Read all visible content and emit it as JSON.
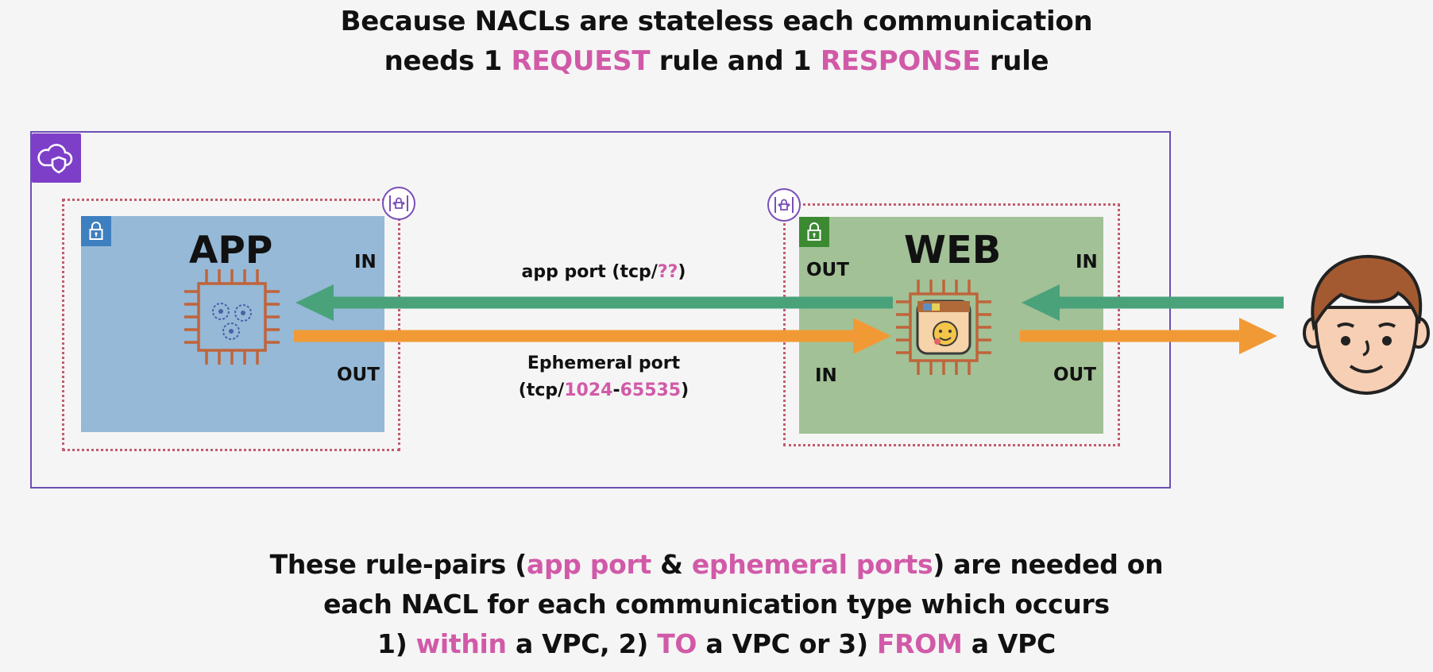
{
  "title": {
    "line1": "Because NACLs are stateless each communication",
    "line2_prefix": "needs 1 ",
    "line2_request": "REQUEST",
    "line2_middle": " rule and 1 ",
    "line2_response": "RESPONSE",
    "line2_suffix": " rule"
  },
  "app_subnet": {
    "title": "APP",
    "in_label": "IN",
    "out_label": "OUT"
  },
  "web_subnet": {
    "title": "WEB",
    "left_out_label": "OUT",
    "left_in_label": "IN",
    "right_in_label": "IN",
    "right_out_label": "OUT"
  },
  "connections": {
    "app_port": {
      "prefix": "app port (tcp/",
      "value": "??",
      "suffix": ")"
    },
    "ephemeral": {
      "line1": "Ephemeral port",
      "prefix": "(tcp/",
      "start": "1024",
      "sep": "-",
      "end": "65535",
      "suffix": ")"
    }
  },
  "footer": {
    "l1_a": "These rule-pairs (",
    "l1_b": "app port",
    "l1_c": " & ",
    "l1_d": "ephemeral ports",
    "l1_e": ") are needed on",
    "l2": "each NACL for each communication type which occurs",
    "l3_a": "1) ",
    "l3_b": "within",
    "l3_c": " a VPC, 2) ",
    "l3_d": "TO",
    "l3_e": " a VPC or 3) ",
    "l3_f": "FROM",
    "l3_g": " a VPC"
  },
  "colors": {
    "accent_pink": "#d15aa8",
    "request_arrow": "#4aa27b",
    "response_arrow": "#f19a35",
    "vpc_border": "#6b4fb3",
    "nacl_border": "#c25c6e",
    "app_subnet_fill": "#95b9d7",
    "web_subnet_fill": "#a2c196",
    "chip_color": "#c0643a"
  },
  "icons": {
    "vpc": "vpc-cloud-shield-icon",
    "nacl": "nacl-icon",
    "subnet_lock": "padlock-icon",
    "app_chip": "ec2-chip-gears-icon",
    "web_chip": "ec2-chip-app-icon",
    "user": "user-face-icon"
  }
}
